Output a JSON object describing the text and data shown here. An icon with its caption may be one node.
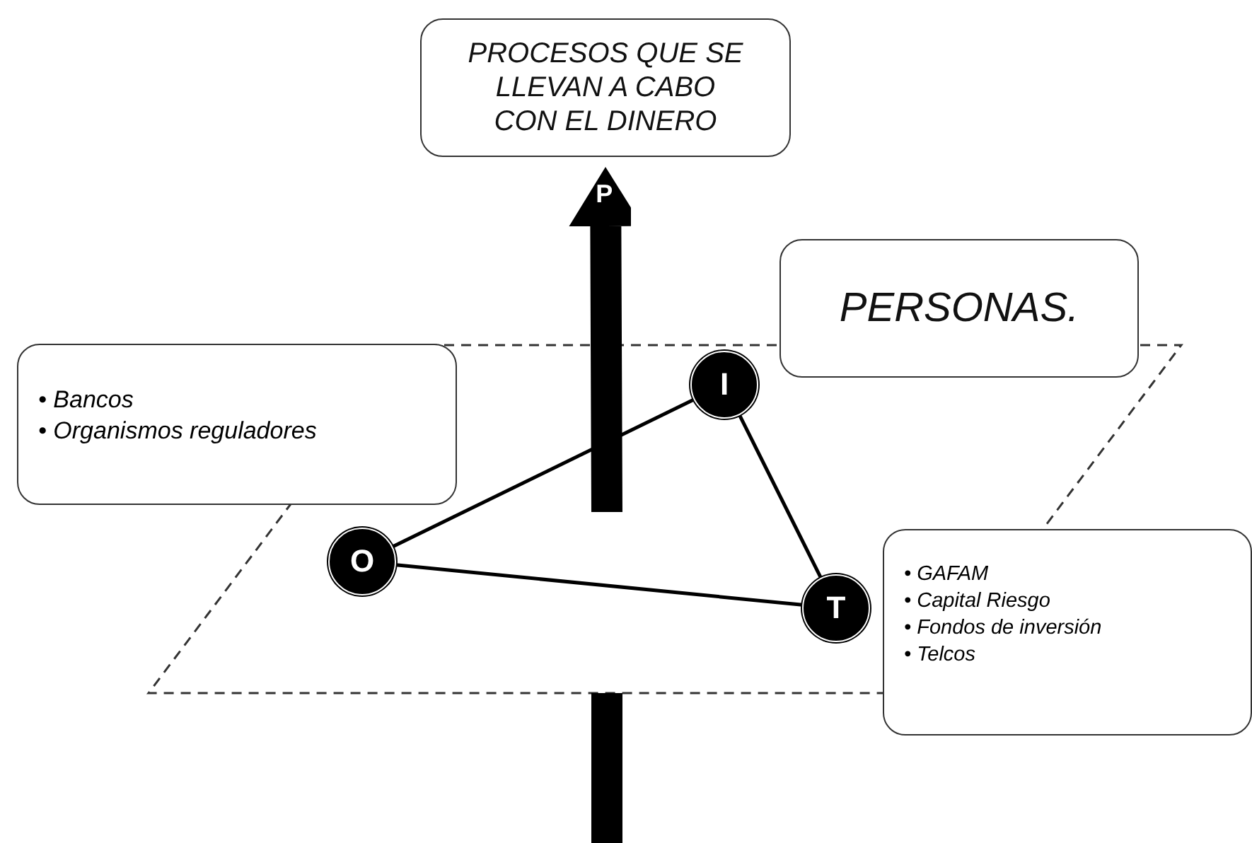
{
  "diagram": {
    "nodes": [
      {
        "text": [
          "PROCESOS QUE SE LLEVAN A CABO CON EL DINERO"
        ]
      },
      {
        "text": [
          "PERSONAS."
        ]
      },
      {
        "text": [
          "• Bancos",
          "• Organismos reguladores"
        ]
      },
      {
        "text": [
          "I"
        ]
      },
      {
        "text": [
          "O"
        ]
      },
      {
        "text": [
          "T"
        ]
      },
      {
        "text": [
          "• GAFAM",
          "• Capital Riesgo",
          "• Fondos de inversión",
          "• Telcos"
        ]
      }
    ],
    "edges": [
      {
        "from": 3,
        "to": 4,
        "arrow": "none"
      },
      {
        "from": 4,
        "to": 5,
        "arrow": "none"
      },
      {
        "from": 3,
        "to": 5,
        "arrow": "none"
      },
      {
        "from": null,
        "to": 0,
        "arrow": "to",
        "label": "P",
        "style": "thick"
      }
    ]
  }
}
